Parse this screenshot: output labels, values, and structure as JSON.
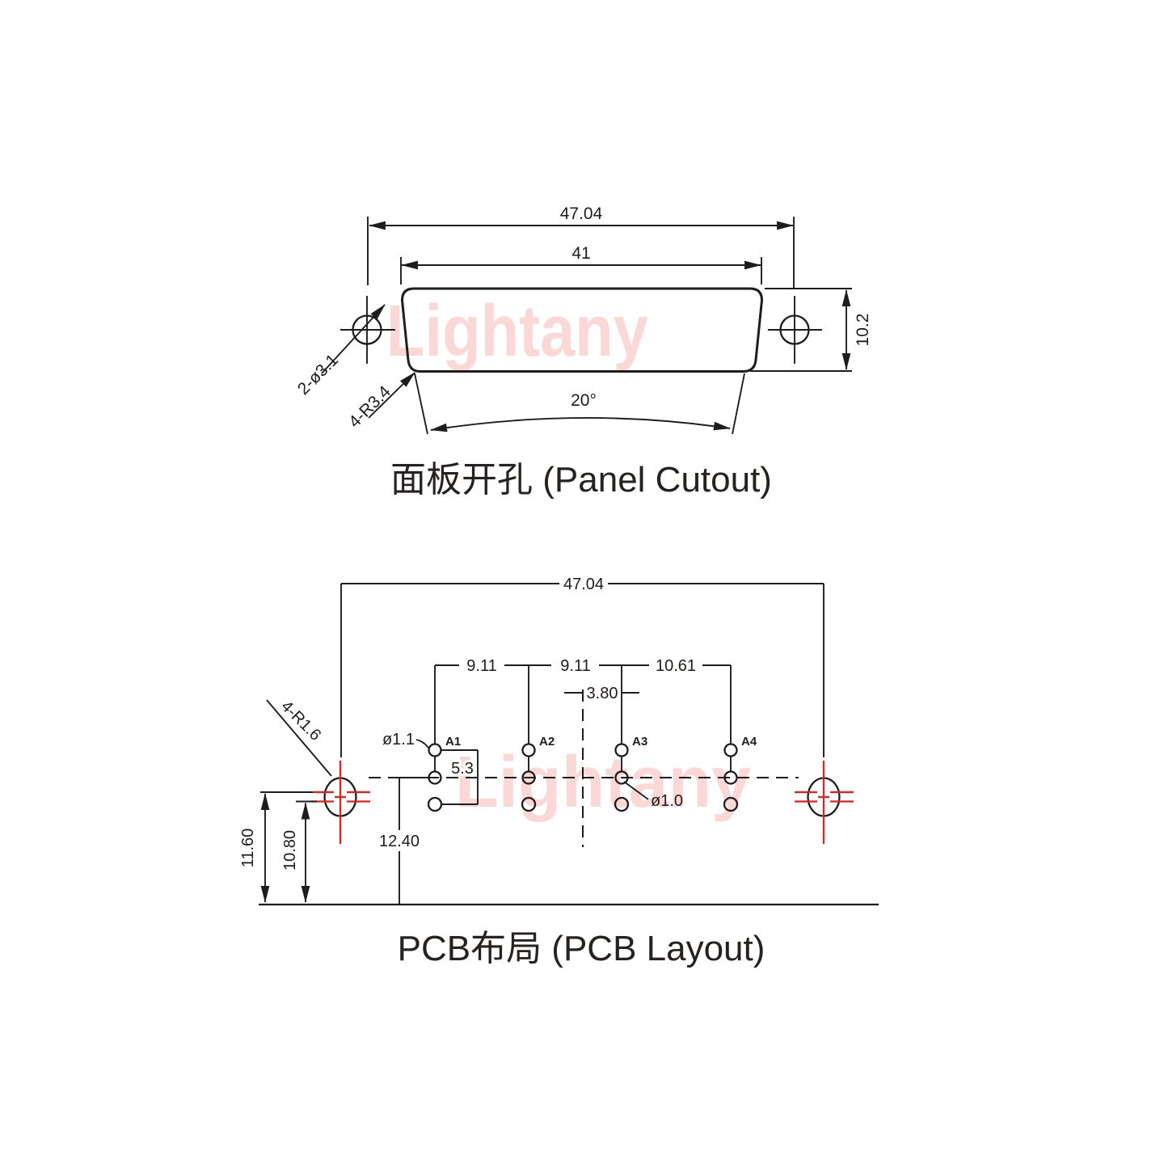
{
  "watermark": {
    "text": "Lightany",
    "color": "#fbd7d5"
  },
  "colors": {
    "line": "#1d1d1d",
    "accent_red": "#ed1c18",
    "background": "#ffffff"
  },
  "panel_cutout": {
    "title": "面板开孔 (Panel Cutout)",
    "dim_outer_width": "47.04",
    "dim_inner_width": "41",
    "dim_height": "10.2",
    "dim_angle": "20°",
    "label_mount_holes": "2-ø3.1",
    "label_corner_radius": "4-R3.4"
  },
  "pcb_layout": {
    "title": "PCB布局 (PCB Layout)",
    "dim_span": "47.04",
    "dim_pitch_a1_a2": "9.11",
    "dim_pitch_a2_a3": "9.11",
    "dim_pitch_a3_a4": "10.61",
    "dim_center_offset": "3.80",
    "dim_signal_hole": "ø1.1",
    "dim_pin_hole": "ø1.0",
    "dim_row_span": "5.3",
    "dim_mount_height_outer": "11.60",
    "dim_mount_height_inner": "10.80",
    "dim_pin_depth": "12.40",
    "label_slot_radius": "4-R1.6",
    "pins": [
      "A1",
      "A2",
      "A3",
      "A4"
    ]
  }
}
